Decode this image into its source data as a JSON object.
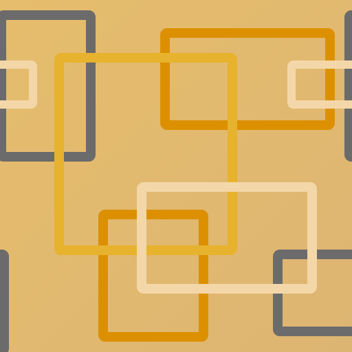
{
  "pattern": {
    "background": "#e2b96e",
    "palette": {
      "gray": "#6b6b6b",
      "orange": "#dc9000",
      "gold": "#e7b22d",
      "cream": "#f4d7a8"
    },
    "rectangles": [
      {
        "name": "gray-rect-top-left",
        "color": "gray"
      },
      {
        "name": "gray-rect-right-edge",
        "color": "gray"
      },
      {
        "name": "gray-rect-bottom-left-edge",
        "color": "gray"
      },
      {
        "name": "gray-rect-bottom-right",
        "color": "gray"
      },
      {
        "name": "orange-rect-top-center",
        "color": "orange"
      },
      {
        "name": "orange-rect-bottom-center",
        "color": "orange"
      },
      {
        "name": "gold-rect-center",
        "color": "gold"
      },
      {
        "name": "cream-rect-left",
        "color": "cream"
      },
      {
        "name": "cream-rect-right",
        "color": "cream"
      },
      {
        "name": "cream-rect-bottom-center",
        "color": "cream"
      }
    ]
  }
}
